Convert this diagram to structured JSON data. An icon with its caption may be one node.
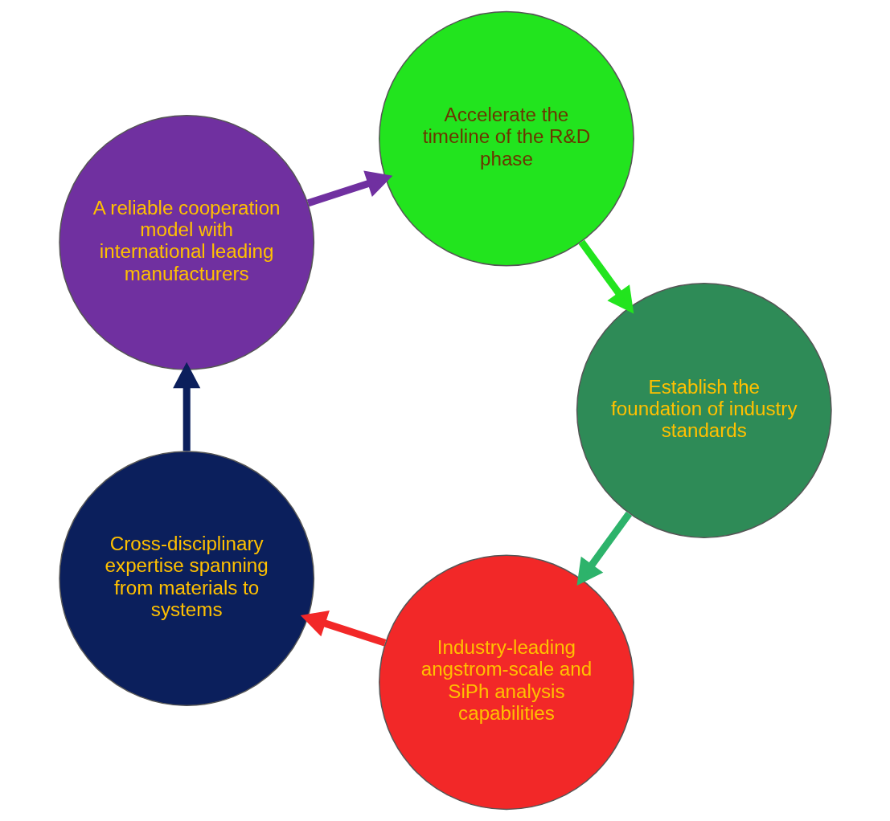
{
  "diagram": {
    "nodes": [
      {
        "text": [
          "Industry-leading angstrom-scale and SiPh analysis capabilities"
        ]
      },
      {
        "text": [
          "Establish the foundation of industry standards"
        ]
      },
      {
        "text": [
          "Cross-disciplinary expertise spanning from materials to systems"
        ]
      },
      {
        "text": [
          "Accelerate the timeline of the R&D phase"
        ]
      },
      {
        "text": [
          "A reliable cooperation model with international leading manufacturers"
        ]
      }
    ],
    "edges": [
      {
        "from": 0,
        "to": 2,
        "arrow": "to",
        "color": "#f22828"
      },
      {
        "from": 2,
        "to": 4,
        "arrow": "to",
        "color": "#0b1f5c"
      },
      {
        "from": 4,
        "to": 3,
        "arrow": "to",
        "color": "#7030a0"
      },
      {
        "from": 3,
        "to": 1,
        "arrow": "to",
        "color": "#22e41e"
      },
      {
        "from": 1,
        "to": 0,
        "arrow": "to",
        "color": "#2db36b"
      }
    ]
  }
}
